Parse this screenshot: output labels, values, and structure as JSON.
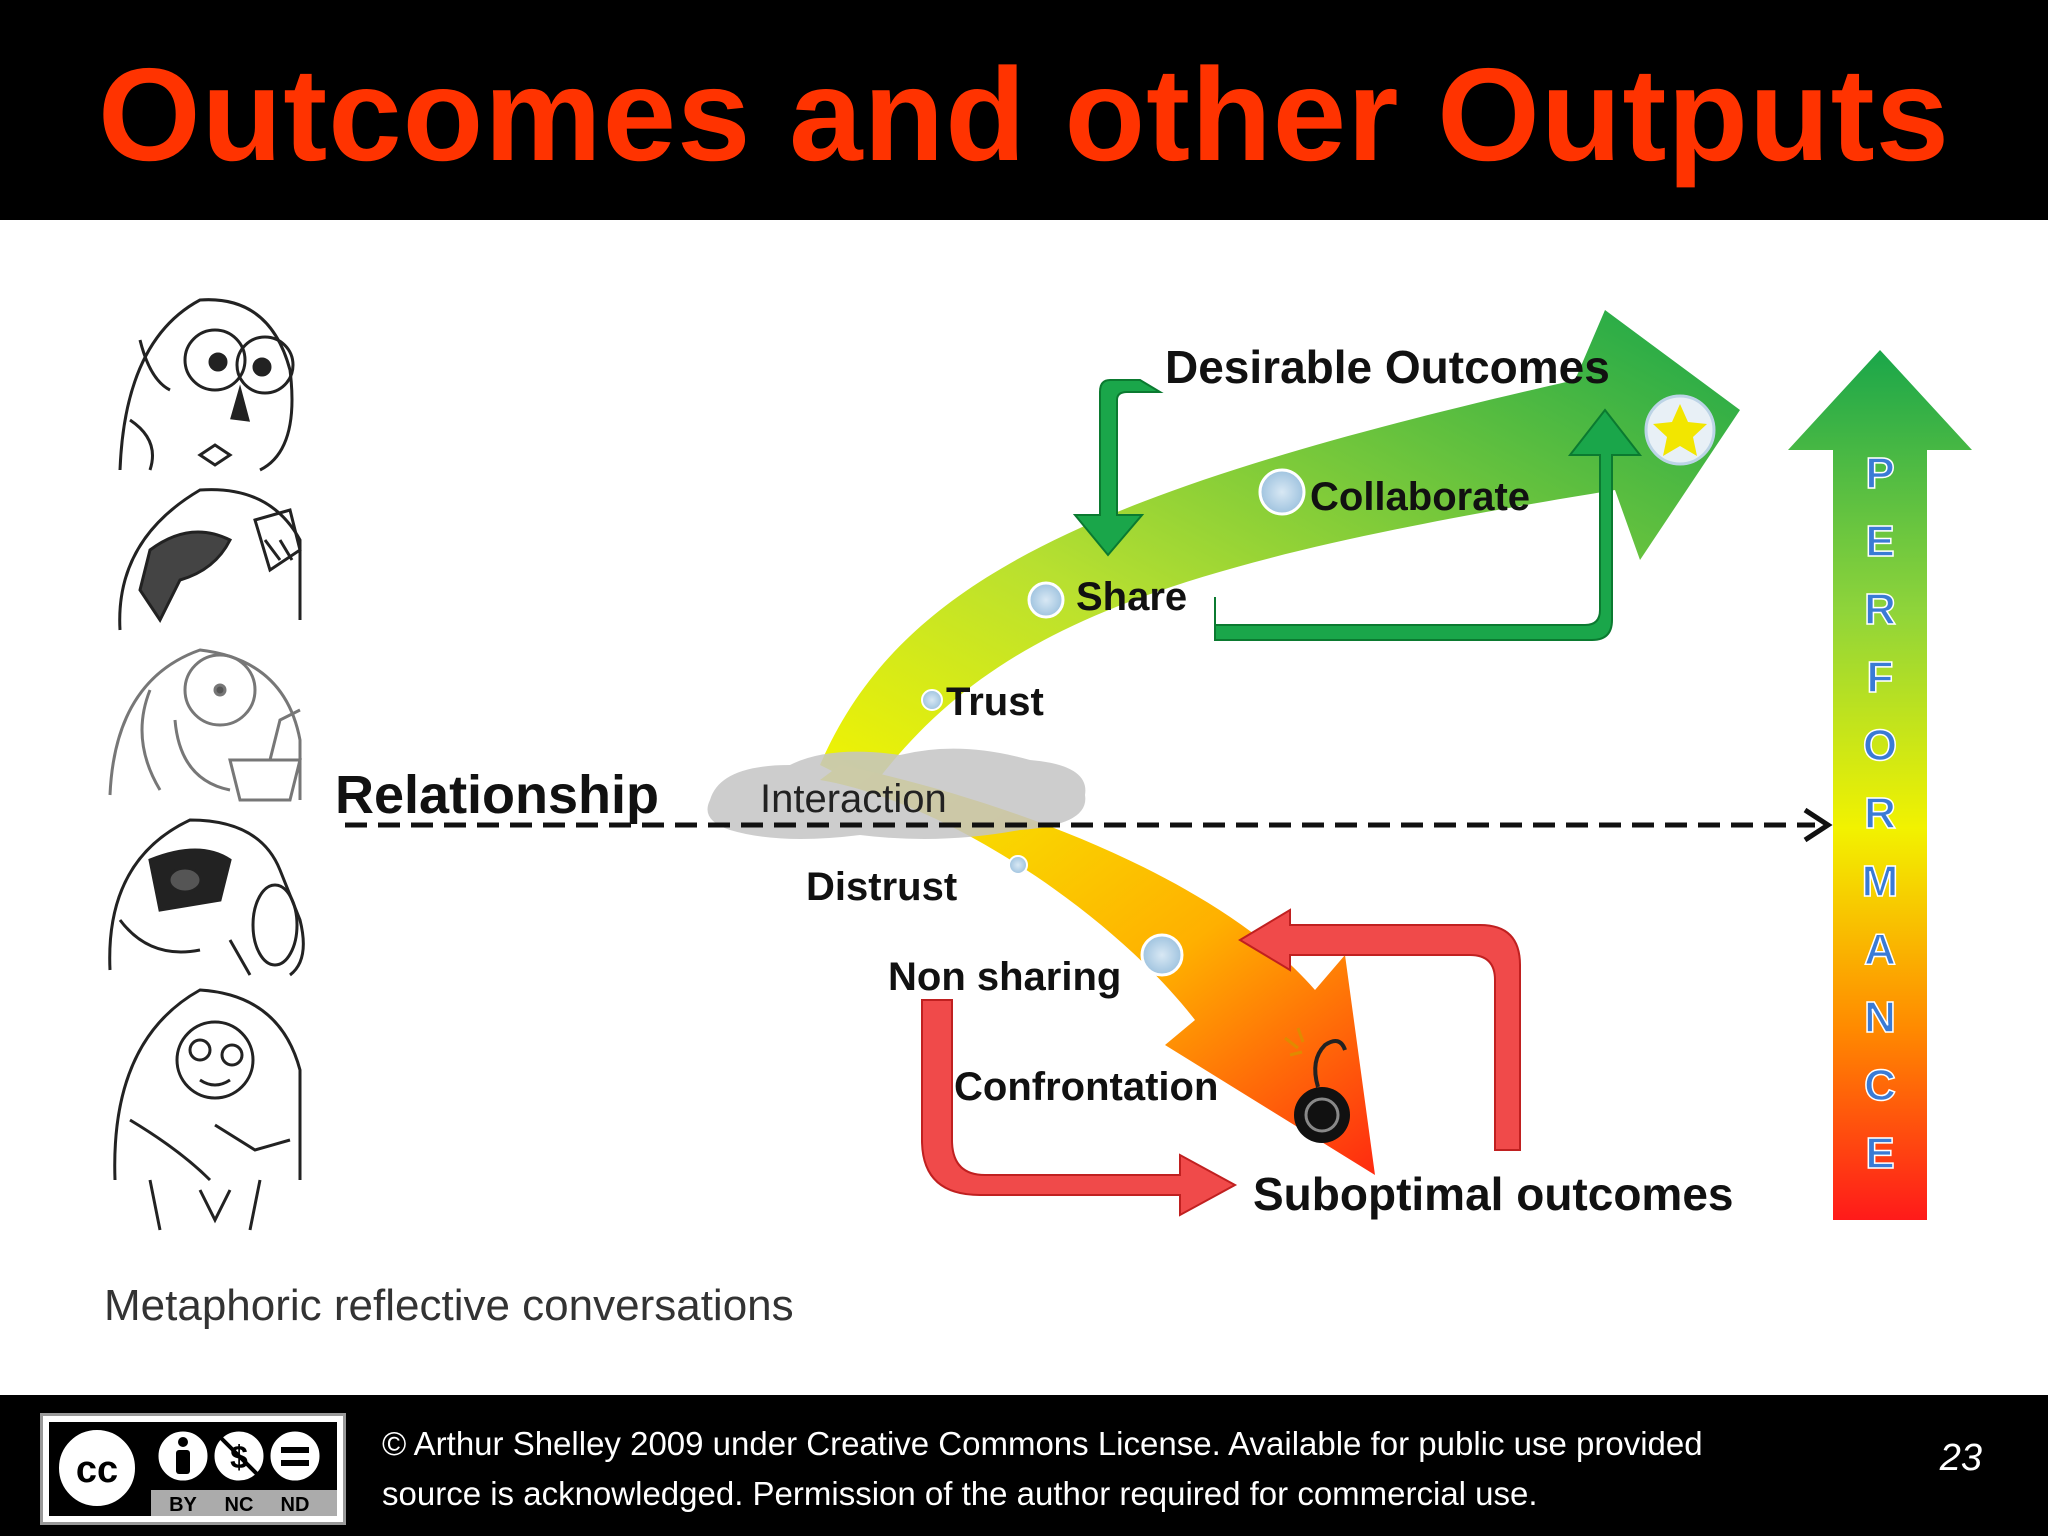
{
  "slide": {
    "title": "Outcomes and other Outputs",
    "page_number": "23"
  },
  "diagram": {
    "labels": {
      "desirable": "Desirable Outcomes",
      "collaborate": "Collaborate",
      "share": "Share",
      "trust": "Trust",
      "relationship": "Relationship",
      "interaction": "Interaction",
      "distrust": "Distrust",
      "non_sharing": "Non sharing",
      "confrontation": "Confrontation",
      "suboptimal": "Suboptimal outcomes",
      "caption": "Metaphoric reflective conversations"
    },
    "performance_letters": [
      "P",
      "E",
      "R",
      "F",
      "O",
      "R",
      "M",
      "A",
      "N",
      "C",
      "E"
    ],
    "colors": {
      "title": "#ff3300",
      "green": "#1aa64a",
      "red": "#f04040",
      "yellow": "#f2f200",
      "letter_blue": "#3a7bd5"
    }
  },
  "footer": {
    "copyright_line1": "© Arthur Shelley 2009 under Creative Commons License.  Available for public use provided",
    "copyright_line2": "source is acknowledged.  Permission of the author required for commercial use.",
    "license_badge": {
      "cc": "cc",
      "terms": [
        "BY",
        "NC",
        "ND"
      ]
    }
  }
}
